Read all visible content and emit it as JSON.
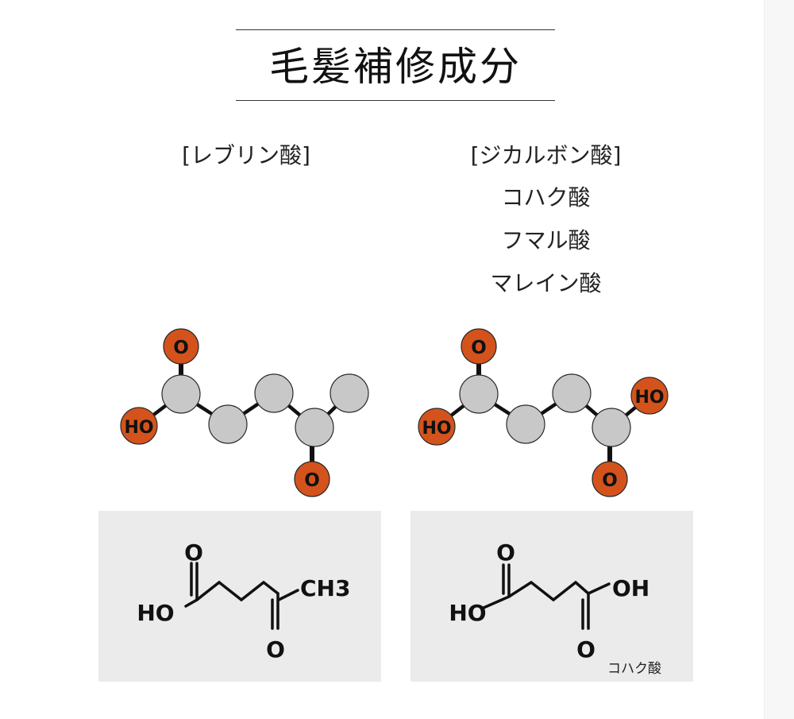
{
  "title": "毛髪補修成分",
  "left": {
    "heading": "[レブリン酸]",
    "model_atoms": {
      "o_top": "O",
      "ho": "HO",
      "o_bottom": "O"
    },
    "formula": {
      "o_top": "O",
      "ho": "HO",
      "ch3": "CH3",
      "o_bottom": "O"
    }
  },
  "right": {
    "heading": "[ジカルボン酸]",
    "acids": [
      "コハク酸",
      "フマル酸",
      "マレイン酸"
    ],
    "model_atoms": {
      "o_top": "O",
      "ho_left": "HO",
      "ho_right": "HO",
      "o_bottom": "O"
    },
    "formula": {
      "o_top": "O",
      "ho": "HO",
      "oh": "OH",
      "o_bottom": "O",
      "caption": "コハク酸"
    }
  },
  "colors": {
    "oxygen": "#d4531c",
    "carbon": "#c8c8c9",
    "panel": "#ebebeb"
  }
}
